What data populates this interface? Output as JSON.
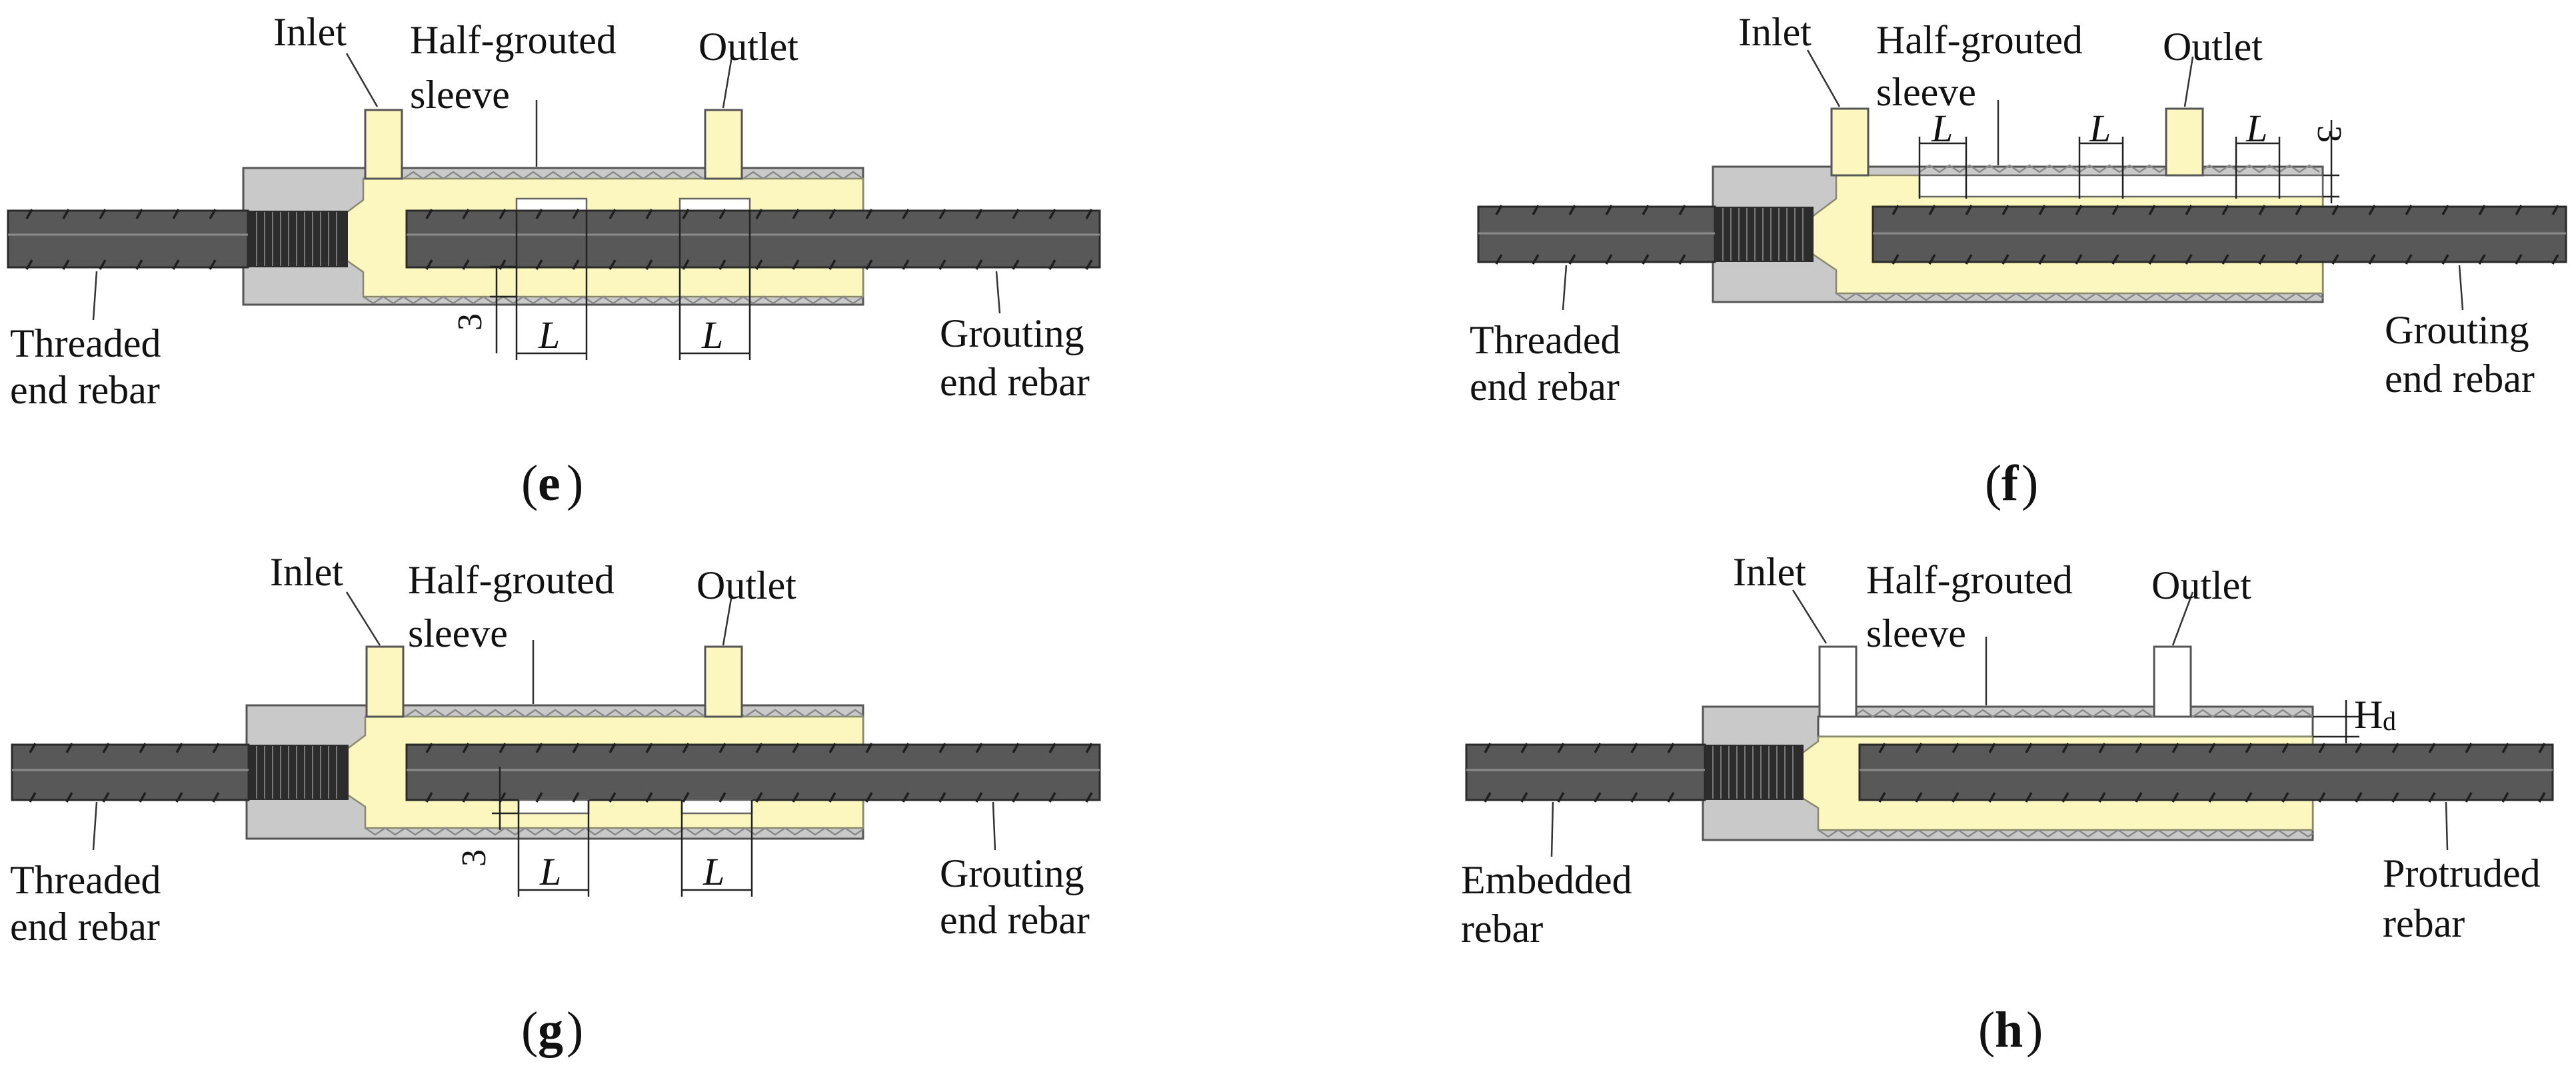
{
  "panels": {
    "e": {
      "caption": "e",
      "inlet": "Inlet",
      "sleeve_line1": "Half-grouted",
      "sleeve_line2": "sleeve",
      "outlet": "Outlet",
      "left_rebar_line1": "Threaded",
      "left_rebar_line2": "end rebar",
      "right_rebar_line1": "Grouting",
      "right_rebar_line2": "end rebar",
      "dim_length": "L",
      "dim_height": "3"
    },
    "f": {
      "caption": "f",
      "inlet": "Inlet",
      "sleeve_line1": "Half-grouted",
      "sleeve_line2": "sleeve",
      "outlet": "Outlet",
      "left_rebar_line1": "Threaded",
      "left_rebar_line2": "end rebar",
      "right_rebar_line1": "Grouting",
      "right_rebar_line2": "end rebar",
      "dim_length": "L",
      "dim_height": "3"
    },
    "g": {
      "caption": "g",
      "inlet": "Inlet",
      "sleeve_line1": "Half-grouted",
      "sleeve_line2": "sleeve",
      "outlet": "Outlet",
      "left_rebar_line1": "Threaded",
      "left_rebar_line2": "end rebar",
      "right_rebar_line1": "Grouting",
      "right_rebar_line2": "end rebar",
      "dim_length": "L",
      "dim_height": "3"
    },
    "h": {
      "caption": "h",
      "inlet": "Inlet",
      "sleeve_line1": "Half-grouted",
      "sleeve_line2": "sleeve",
      "outlet": "Outlet",
      "left_rebar_line1": "Embedded",
      "left_rebar_line2": "rebar",
      "right_rebar_line1": "Protruded",
      "right_rebar_line2": "rebar",
      "dim_main": "H",
      "dim_sub": "d"
    }
  },
  "colors": {
    "sleeve": "#c9c9c9",
    "grout": "#fbf7be",
    "rebar": "#585858",
    "thread": "#2c2c2c"
  }
}
